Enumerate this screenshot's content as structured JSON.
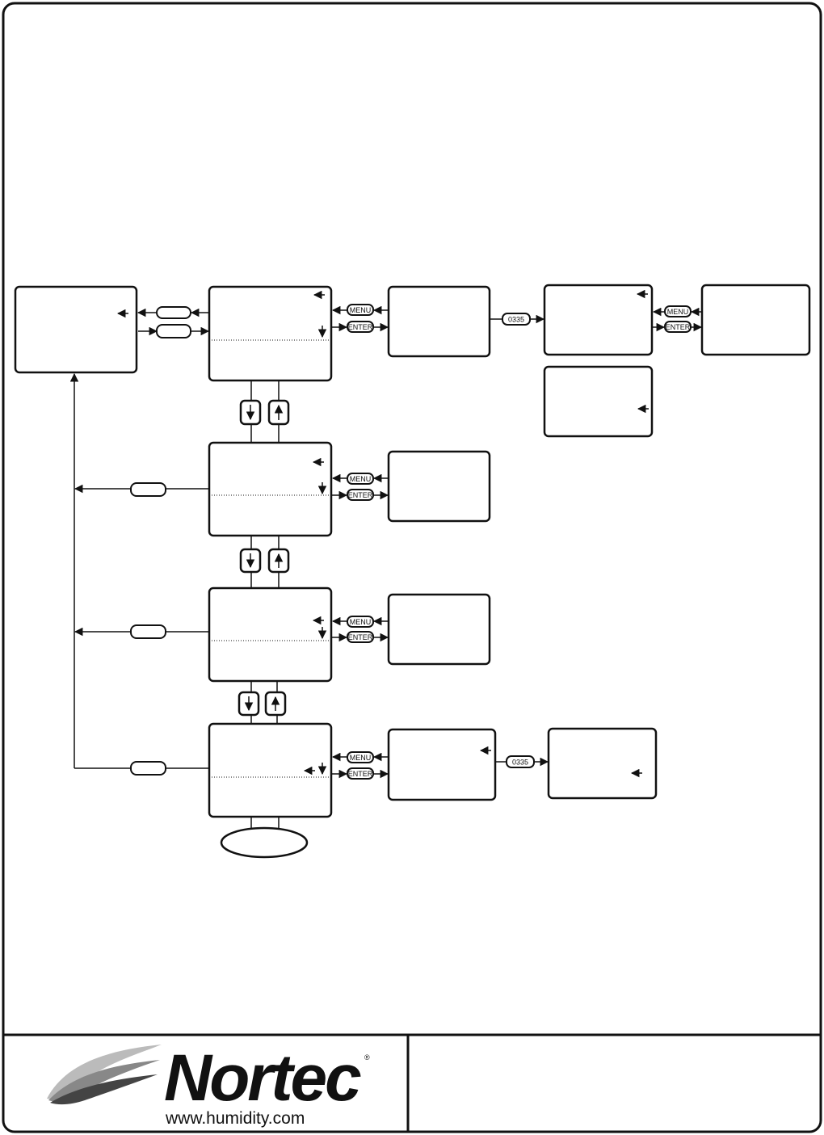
{
  "buttons": {
    "menu": "MENU",
    "enter": "ENTER",
    "code": "0335"
  },
  "footer": {
    "brand": "Nortec",
    "registered": "®",
    "website": "www.humidity.com"
  },
  "colors": {
    "line": "#111111",
    "background": "#ffffff",
    "logo_wave_dark": "#444444",
    "logo_wave_mid": "#888888",
    "logo_wave_light": "#bbbbbb"
  }
}
